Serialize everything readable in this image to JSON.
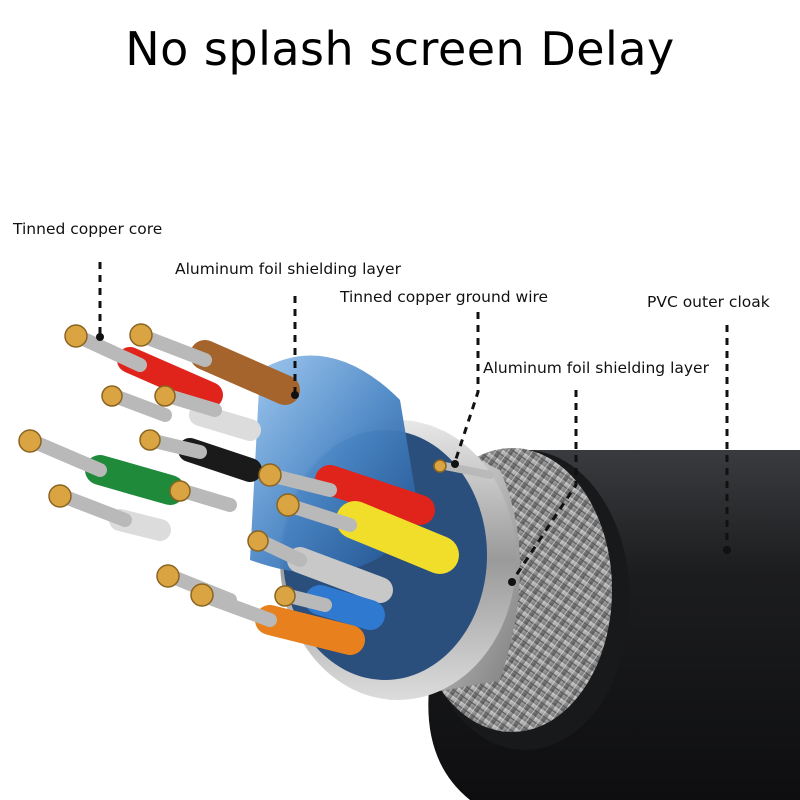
{
  "title": "No splash screen Delay",
  "labels": {
    "core": "Tinned copper core",
    "foil_inner": "Aluminum foil shielding layer",
    "ground": "Tinned copper ground wire",
    "pvc": "PVC outer cloak",
    "foil_outer": "Aluminum foil shielding layer"
  },
  "colors": {
    "copper": "#d9a441",
    "jacket": "#1f2022",
    "shield_blue": "#4a86c5",
    "wire_red": "#e0241b",
    "wire_yellow": "#f0de2a",
    "wire_green": "#1f8a3a",
    "wire_brown": "#a5642b",
    "wire_orange": "#e8801e",
    "wire_blue": "#2f79d0"
  }
}
